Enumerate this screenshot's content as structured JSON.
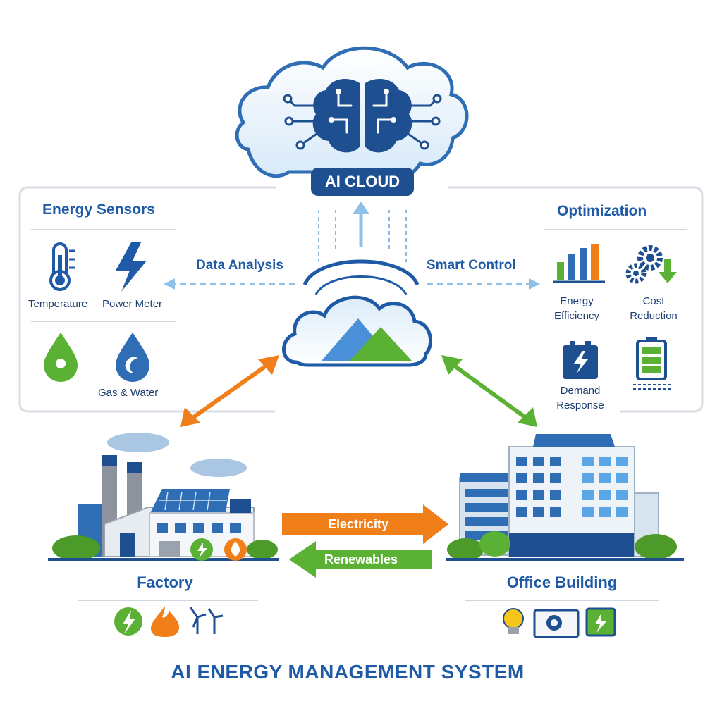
{
  "cloud_badge": "AI CLOUD",
  "left_panel": {
    "title": "Energy Sensors",
    "items": {
      "temperature": "Temperature",
      "power_meter": "Power Meter",
      "gas_water": "Gas & Water"
    }
  },
  "right_panel": {
    "title": "Optimization",
    "items": {
      "energy_efficiency": [
        "Energy",
        "Efficiency"
      ],
      "cost_reduction": [
        "Cost",
        "Reduction"
      ],
      "demand_response": [
        "Demand",
        "Response"
      ]
    }
  },
  "flows": {
    "data_analysis": "Data Analysis",
    "smart_control": "Smart Control",
    "electricity": "Electricity",
    "renewables": "Renewables"
  },
  "sites": {
    "factory": "Factory",
    "office": "Office Building"
  },
  "footer_title": "AI ENERGY MANAGEMENT SYSTEM",
  "colors": {
    "primary_blue": "#1f5aa6",
    "dark_blue": "#1d4f91",
    "light_blue": "#8fc1e8",
    "green": "#5bb134",
    "orange": "#f07f1a",
    "gray": "#9aa3ad"
  }
}
